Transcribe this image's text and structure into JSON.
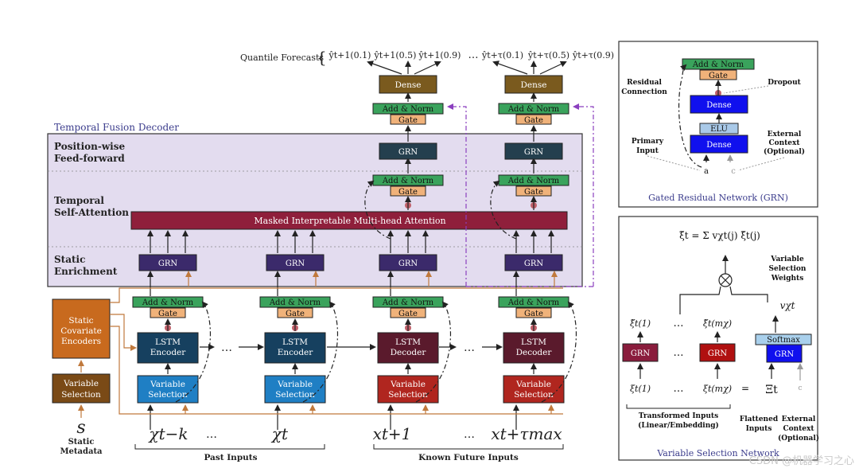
{
  "tft": {
    "quantile_label": "Quantile Forecasts",
    "quantile_items": [
      "ŷt+1(0.1)",
      "ŷt+1(0.5)",
      "ŷt+1(0.9)",
      "…",
      "ŷt+τ(0.1)",
      "ŷt+τ(0.5)",
      "ŷt+τ(0.9)"
    ],
    "decoder_title": "Temporal Fusion Decoder",
    "layer_ff": [
      "Position-wise",
      "Feed-forward"
    ],
    "layer_attn": [
      "Temporal",
      "Self-Attention"
    ],
    "layer_static": [
      "Static",
      "Enrichment"
    ],
    "attention_label": "Masked Interpretable Multi-head Attention",
    "dense": "Dense",
    "add_norm": "Add & Norm",
    "gate": "Gate",
    "grn": "GRN",
    "lstm_encoder": [
      "LSTM",
      "Encoder"
    ],
    "lstm_decoder": [
      "LSTM",
      "Decoder"
    ],
    "var_sel": [
      "Variable",
      "Selection"
    ],
    "static_cov": [
      "Static",
      "Covariate",
      "Encoders"
    ],
    "static_var_sel": [
      "Variable",
      "Selection"
    ],
    "s_symbol": "s",
    "static_metadata": [
      "Static",
      "Metadata"
    ],
    "inputs": [
      "χt−k",
      "…",
      "χt",
      "xt+1",
      "…",
      "xt+τmax"
    ],
    "past_inputs": "Past Inputs",
    "future_inputs": "Known Future Inputs",
    "ellipsis": "…"
  },
  "grn_panel": {
    "title": "Gated Residual Network (GRN)",
    "add_norm": "Add & Norm",
    "gate": "Gate",
    "dense": "Dense",
    "elu": "ELU",
    "residual": [
      "Residual",
      "Connection"
    ],
    "dropout": "Dropout",
    "primary": [
      "Primary",
      "Input"
    ],
    "external": [
      "External",
      "Context",
      "(Optional)"
    ],
    "a": "a",
    "c": "c"
  },
  "vsn_panel": {
    "title": "Variable Selection Network",
    "formula": "ξ̃t = Σ vχt(j) ξ̃t(j)",
    "weights": [
      "Variable",
      "Selection",
      "Weights"
    ],
    "v": "vχt",
    "softmax": "Softmax",
    "grn": "GRN",
    "xi_tilde_1": "ξ̃t(1)",
    "xi_tilde_m": "ξ̃t(mχ)",
    "xi_1": "ξt(1)",
    "xi_m": "ξt(mχ)",
    "equals": "=",
    "Xi": "Ξt",
    "c": "c",
    "transformed": [
      "Transformed Inputs",
      "(Linear/Embedding)"
    ],
    "flattened": [
      "Flattened",
      "Inputs"
    ],
    "external": [
      "External",
      "Context",
      "(Optional)"
    ],
    "ellipsis": "…"
  },
  "watermark": "CSDN @机器学习之心",
  "colors": {
    "grn_dark": "#243f4e",
    "grn_purple": "#3b2a6b",
    "add_norm": "#3aa35c",
    "gate": "#f0b27a",
    "dense_brown": "#7a5a1e",
    "lstm_enc": "#16405f",
    "lstm_dec": "#5a1a2c",
    "vs_blue": "#1f7fc4",
    "vs_red": "#b0261f",
    "static_orange": "#c86a1e",
    "static_brown": "#7a4a16",
    "attention": "#8f1f3b",
    "decoder_bg": "#e3dcef",
    "blue": "#1010ee",
    "elu": "#a9c9e8",
    "softmax": "#a9d0ec",
    "grn_red": "#b01010",
    "grn_maroon": "#8a1c3c"
  }
}
